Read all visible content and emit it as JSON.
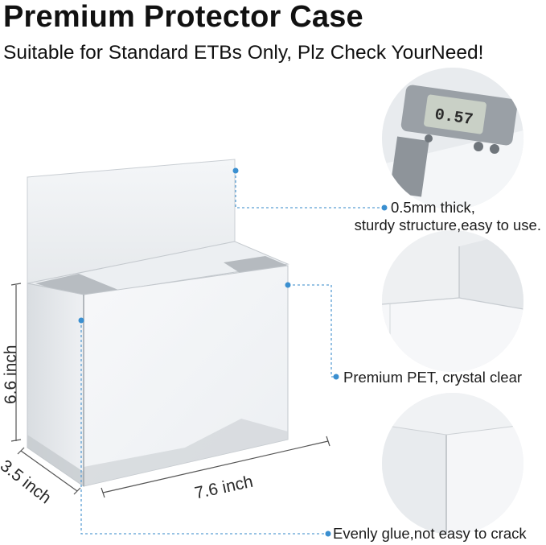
{
  "header": {
    "title": "Premium Protector Case",
    "subtitle": "Suitable for Standard ETBs Only, Plz Check YourNeed!"
  },
  "callouts": {
    "thickness_line1": "0.5mm thick,",
    "thickness_line2": "sturdy structure,easy to use.",
    "material": "Premium PET, crystal clear",
    "glue": "Evenly glue,not easy to crack"
  },
  "dimensions": {
    "height": "6.6 inch",
    "depth": "3.5 inch",
    "width": "7.6 inch"
  },
  "caliper_readout": "0.57",
  "colors": {
    "accent_line": "#5b9fd4",
    "dot": "#3a8fd0"
  }
}
